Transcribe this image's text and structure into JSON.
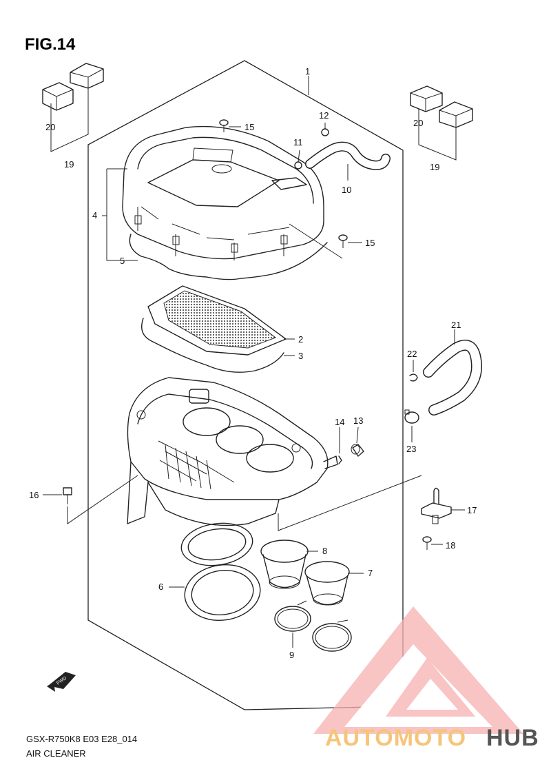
{
  "figure": {
    "title": "FIG.14",
    "model_code": "GSX-R750K8 E03 E28_014",
    "section_name": "AIR CLEANER"
  },
  "fwd_badge": "FWD",
  "callouts": [
    {
      "id": "1",
      "label": "1"
    },
    {
      "id": "2",
      "label": "2"
    },
    {
      "id": "3",
      "label": "3"
    },
    {
      "id": "4",
      "label": "4"
    },
    {
      "id": "5",
      "label": "5"
    },
    {
      "id": "6",
      "label": "6"
    },
    {
      "id": "7",
      "label": "7"
    },
    {
      "id": "8",
      "label": "8"
    },
    {
      "id": "9",
      "label": "9"
    },
    {
      "id": "10",
      "label": "10"
    },
    {
      "id": "11",
      "label": "11"
    },
    {
      "id": "12",
      "label": "12"
    },
    {
      "id": "13",
      "label": "13"
    },
    {
      "id": "14",
      "label": "14"
    },
    {
      "id": "15a",
      "label": "15"
    },
    {
      "id": "15b",
      "label": "15"
    },
    {
      "id": "16",
      "label": "16"
    },
    {
      "id": "17",
      "label": "17"
    },
    {
      "id": "18",
      "label": "18"
    },
    {
      "id": "19a",
      "label": "19"
    },
    {
      "id": "19b",
      "label": "19"
    },
    {
      "id": "20a",
      "label": "20"
    },
    {
      "id": "20b",
      "label": "20"
    },
    {
      "id": "21",
      "label": "21"
    },
    {
      "id": "22",
      "label": "22"
    },
    {
      "id": "23",
      "label": "23"
    }
  ],
  "watermark": {
    "text_part_1": "AUTOMOTO",
    "text_part_2": "HUB",
    "color_primary": "#f08080",
    "color_secondary": "#f5c57a",
    "color_dark": "#555555"
  }
}
